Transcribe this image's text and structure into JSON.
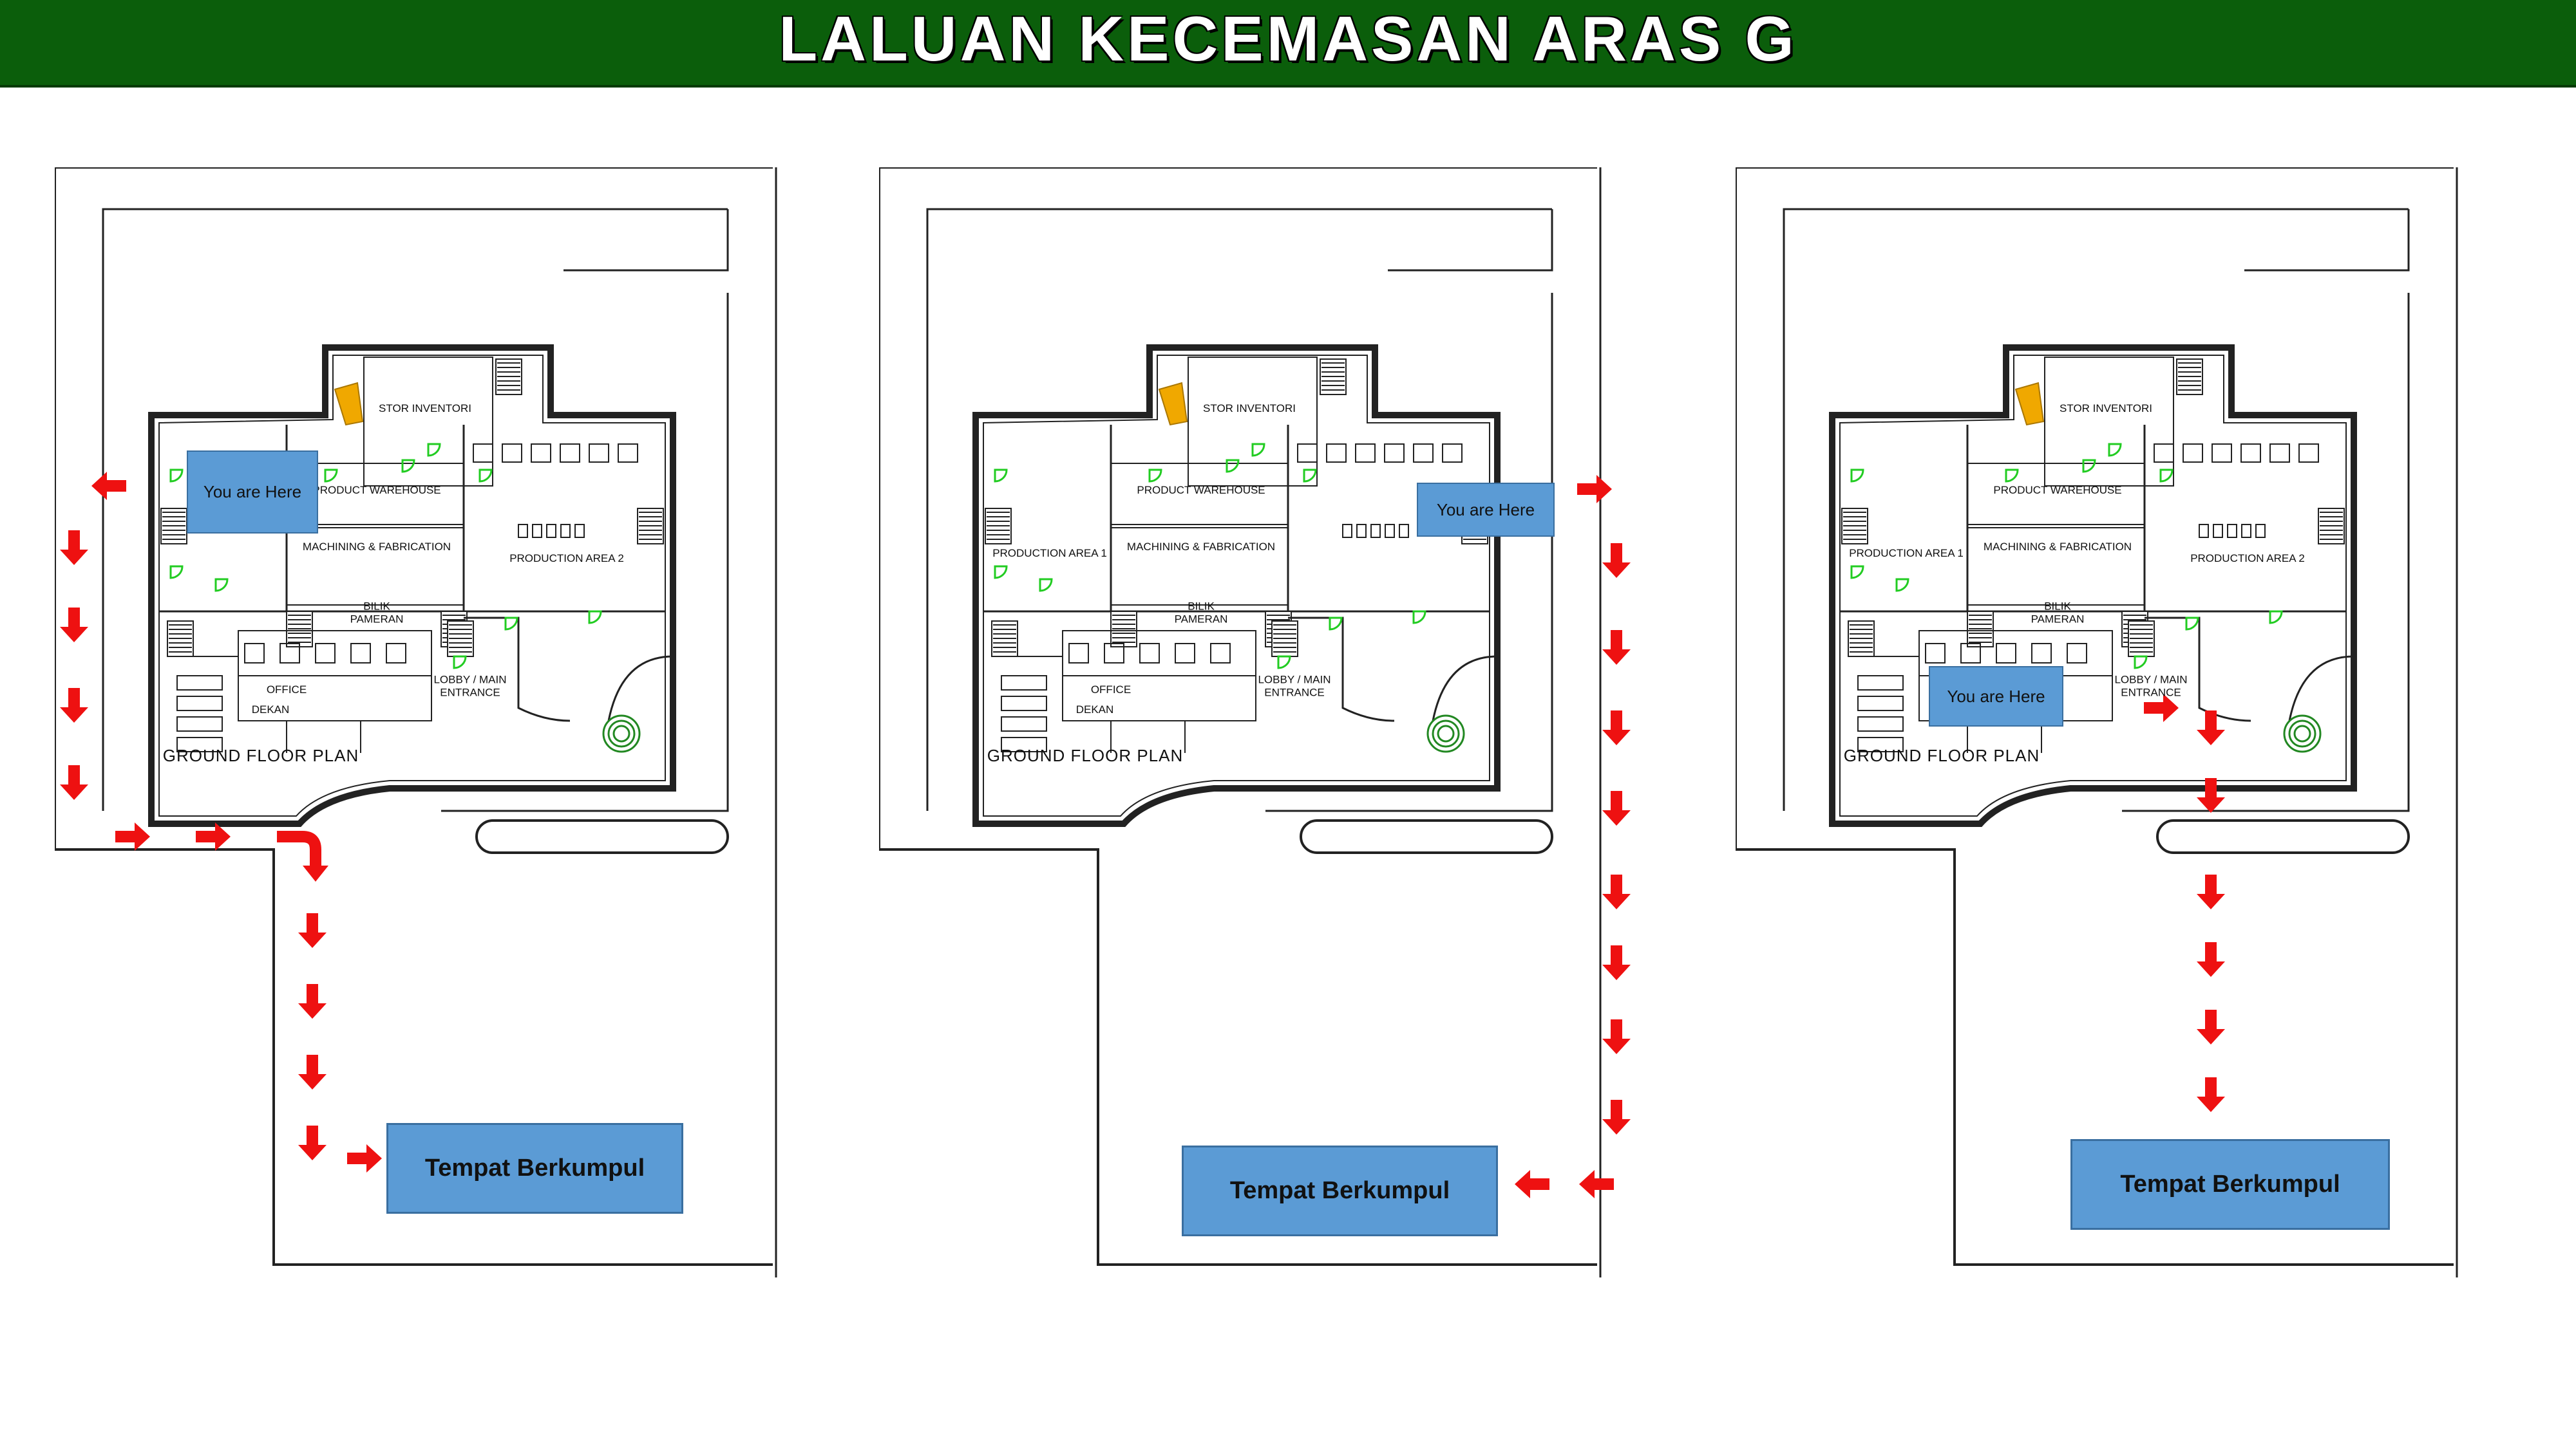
{
  "title": "LALUAN KECEMASAN ARAS G",
  "labels": {
    "stor_inventori": "STOR INVENTORI",
    "product_warehouse": "PRODUCT WAREHOUSE",
    "machining_fabrication": "MACHINING & FABRICATION",
    "production_area_1": "PRODUCTION AREA 1",
    "production_area_2": "PRODUCTION AREA 2",
    "bilik_pameran": "BILIK PAMERAN",
    "office": "OFFICE",
    "lobby_main_entrance": "LOBBY / MAIN ENTRANCE",
    "dekan": "DEKAN",
    "ground_floor_plan": "GROUND FLOOR PLAN",
    "you_are_here": "You are Here",
    "assembly_point": "Tempat Berkumpul"
  },
  "panels": [
    {
      "you_are_here_location": "PRODUCTION AREA 1",
      "exit_direction": "west"
    },
    {
      "you_are_here_location": "PRODUCTION AREA 2",
      "exit_direction": "east"
    },
    {
      "you_are_here_location": "OFFICE",
      "exit_direction": "south"
    }
  ],
  "colors": {
    "header_bg": "#0b5e0b",
    "header_text": "#ffffff",
    "arrow": "#ee1111",
    "box_fill": "#5b9bd5",
    "door": "#22cc22",
    "stair": "#f0a800"
  }
}
